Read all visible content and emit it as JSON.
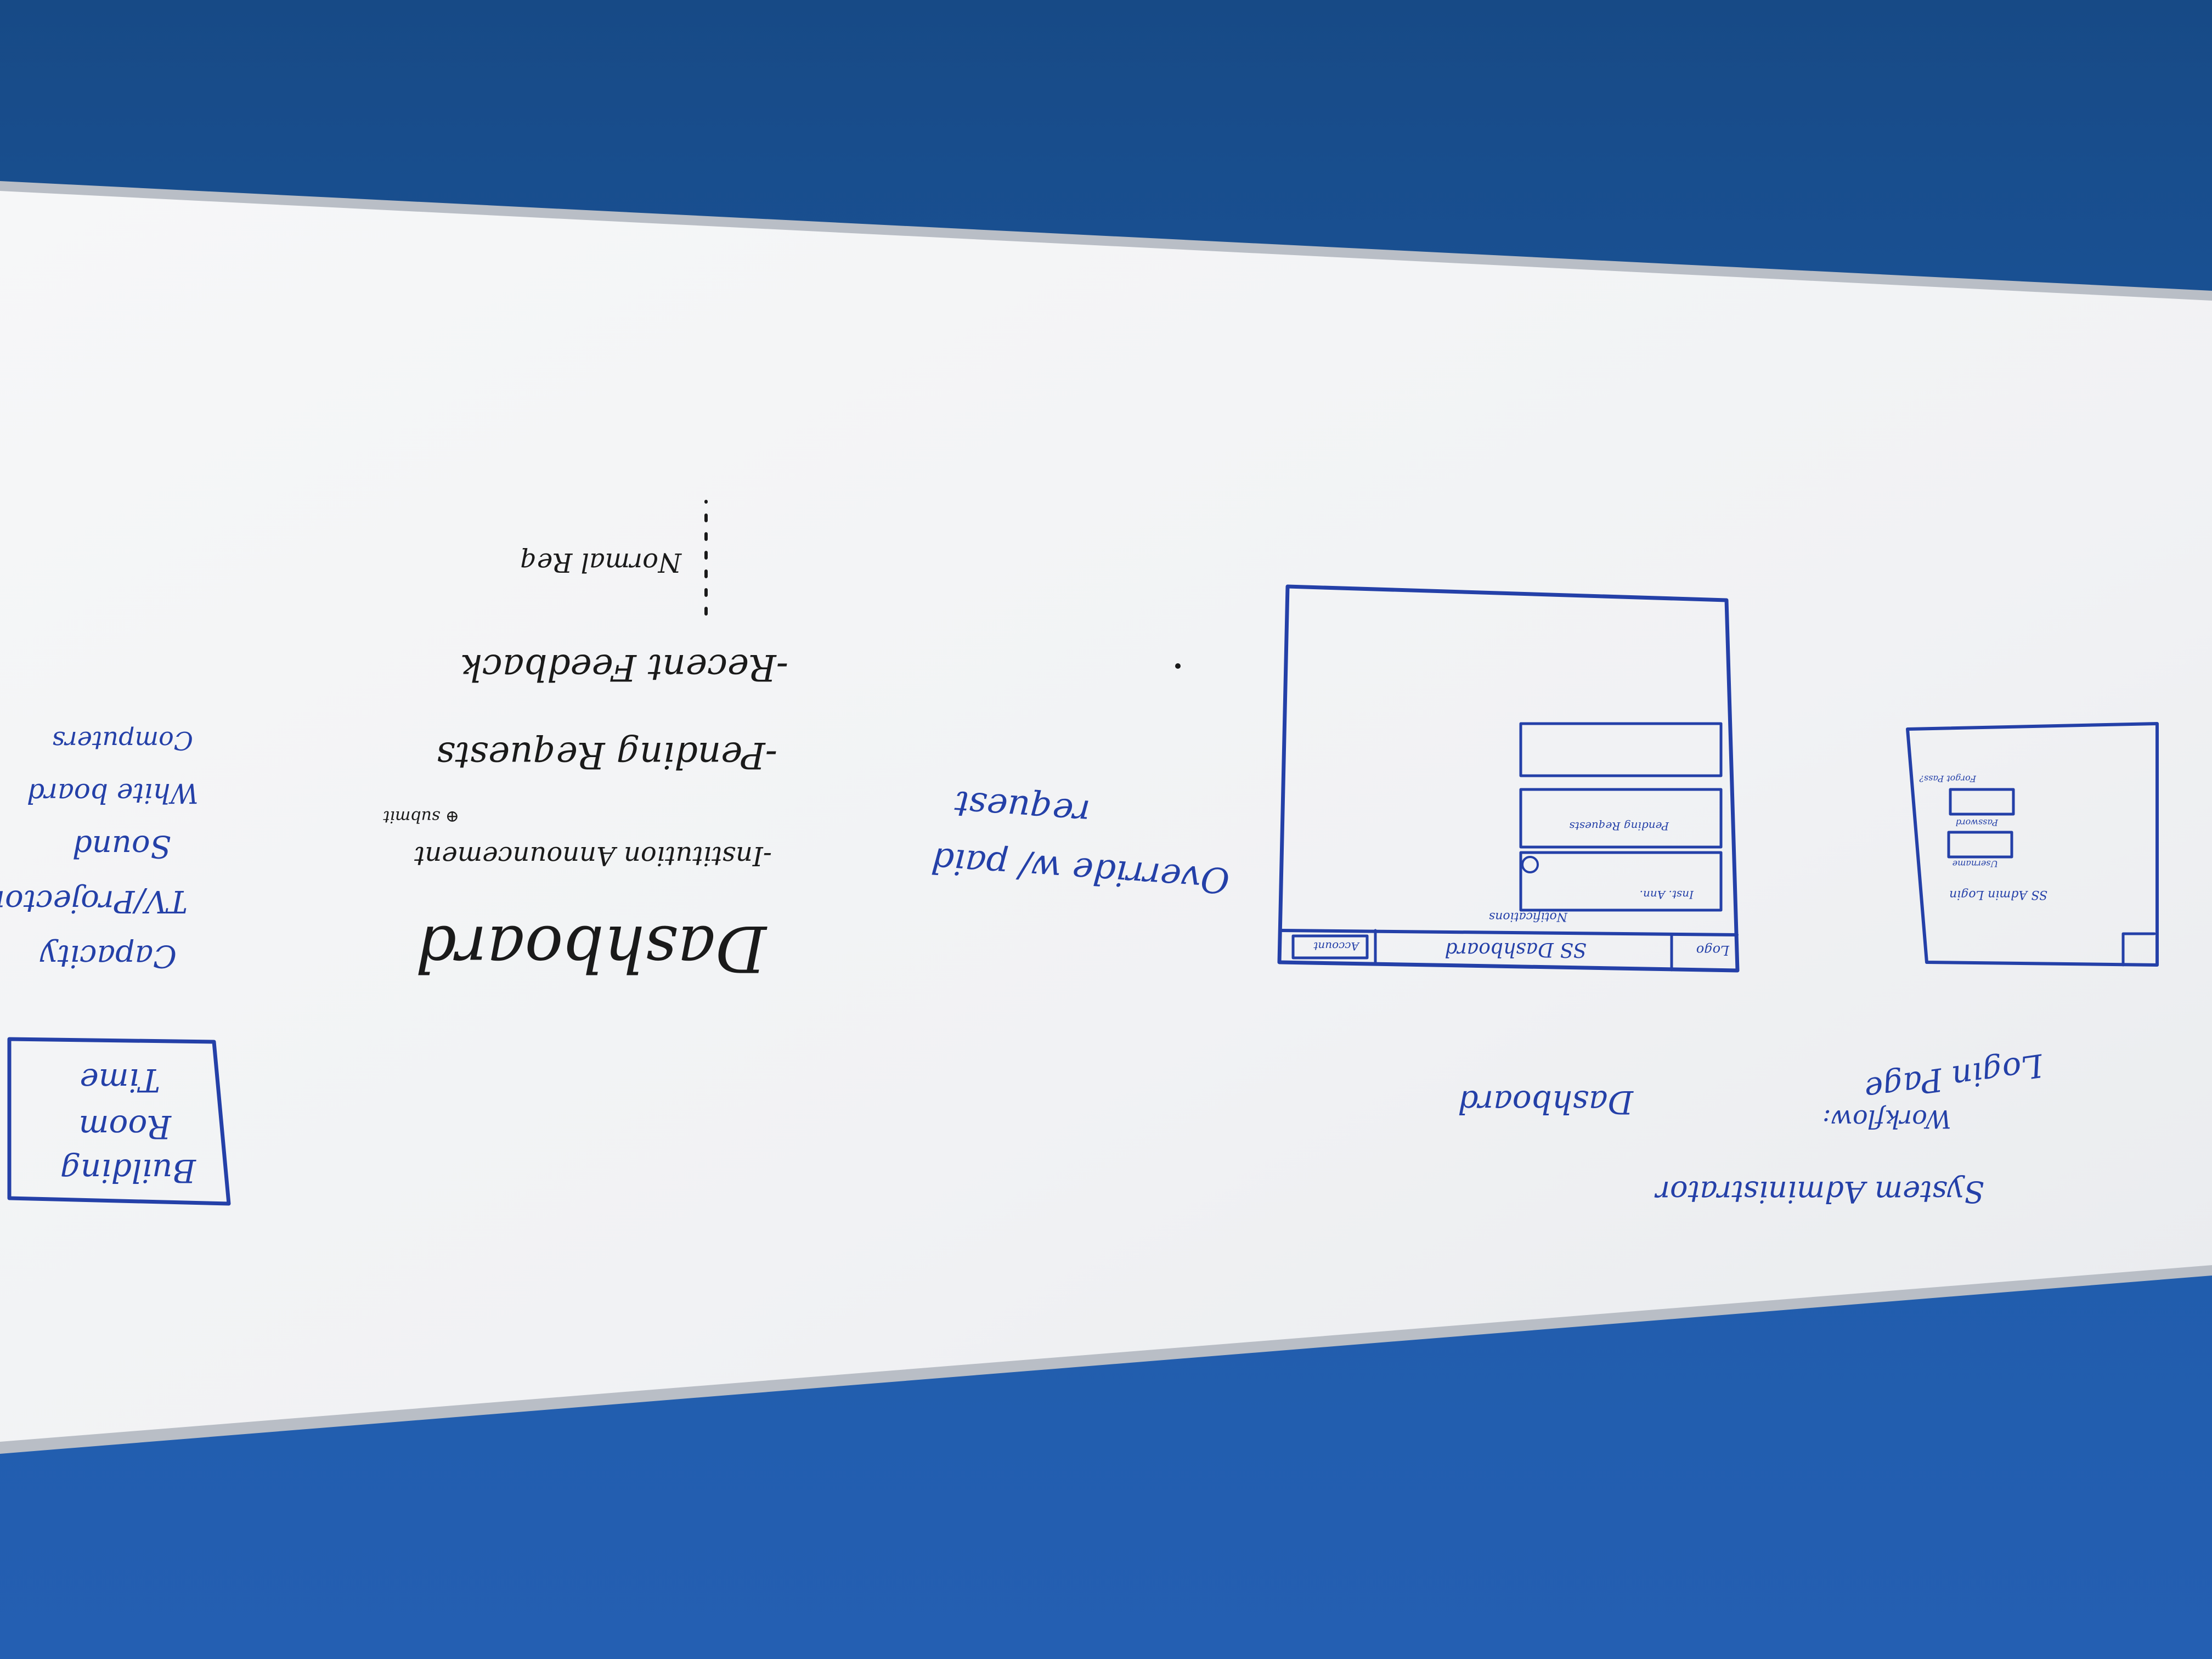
{
  "whiteboard": {
    "notes_black": {
      "heading": "Dashboard",
      "item_1": "-Institution Announcement",
      "submit_label": "⊕ submit",
      "item_2": "-Pending Requests",
      "item_3": "-Recent Feedback",
      "dotted_note": "Normal Req"
    },
    "notes_blue_left": {
      "box_lines": [
        "Building",
        "Room",
        "Time"
      ],
      "list_lines": [
        "Capacity",
        "TV/Projector",
        "Sound",
        "White board",
        "Computers"
      ]
    },
    "override_note": [
      "Override w/ paid",
      "request"
    ],
    "dashboard_wireframe": {
      "logo_label": "Logo",
      "title": "SS Dashboard",
      "account_label": "Account",
      "notifications_label": "Notifications",
      "panel_1_label": "Inst. Ann.",
      "panel_2_label": "Pending Requests",
      "caption": "Dashboard"
    },
    "login_wireframe": {
      "title": "SS Admin Login",
      "username_label": "Username",
      "password_label": "Password",
      "forgot_label": "Forgot Pass?",
      "caption": "Login Page"
    },
    "workflow_note": [
      "System Administrator",
      "Workflow:"
    ]
  },
  "colors": {
    "wall": "#1d5aa6",
    "board": "#f4f5f6",
    "marker_blue": "#2440a8",
    "marker_black": "#1a1a1a"
  }
}
